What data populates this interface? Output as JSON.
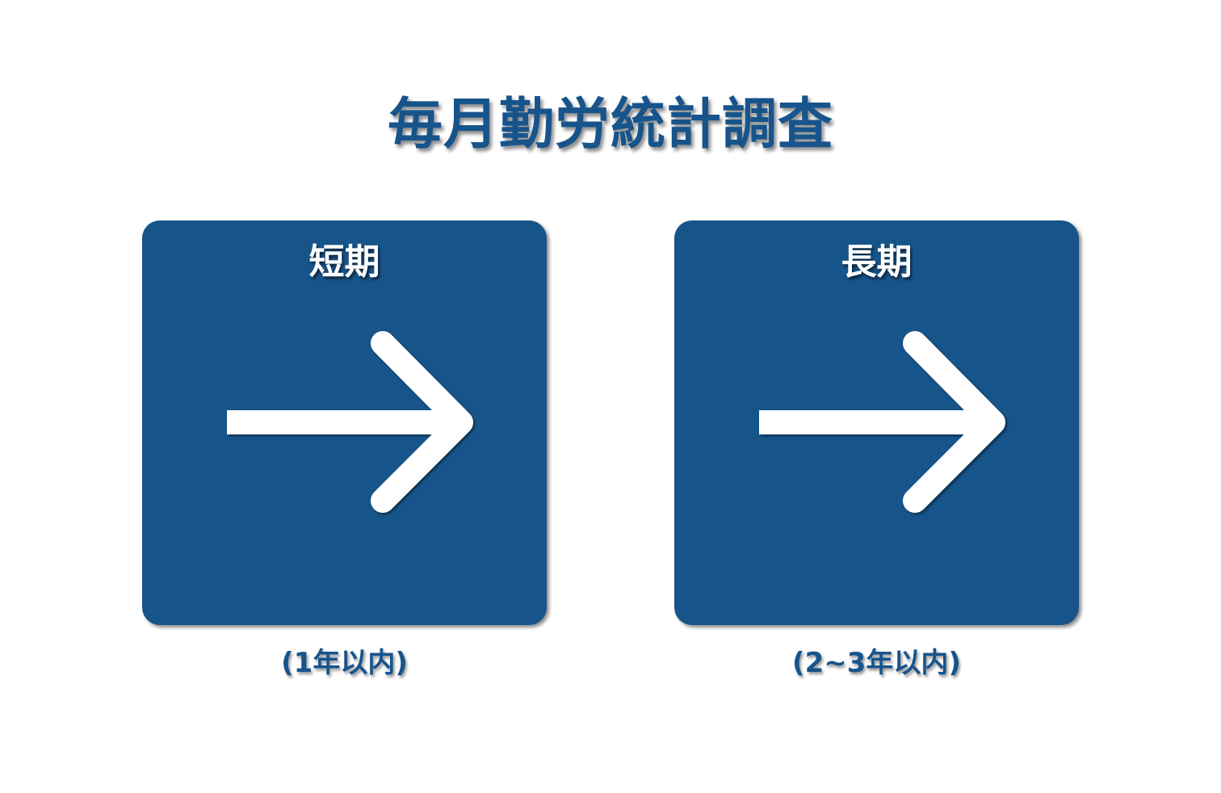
{
  "title": "毎月勤労統計調査",
  "colors": {
    "primary": "#17548a",
    "text_on_primary": "#ffffff",
    "background": "#ffffff"
  },
  "cards": [
    {
      "label": "短期",
      "icon": "arrow-right-icon",
      "caption": "(1年以内)"
    },
    {
      "label": "長期",
      "icon": "arrow-right-icon",
      "caption": "(2~3年以内)"
    }
  ]
}
